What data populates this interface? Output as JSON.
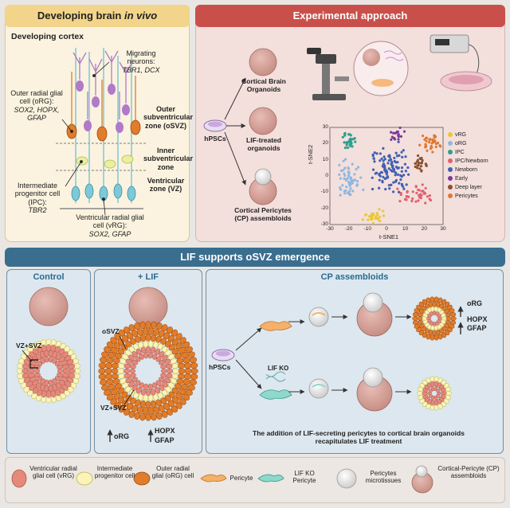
{
  "top_left": {
    "header_prefix": "Developing brain",
    "header_italic": "in vivo",
    "subtitle": "Developing cortex",
    "labels": {
      "migrating_title": "Migrating neurons:",
      "migrating_markers": "TBR1, DCX",
      "org_title": "Outer radial glial cell (oRG):",
      "org_markers": "SOX2, HOPX, GFAP",
      "osvz_zone": "Outer subventricular zone (oSVZ)",
      "isvz_zone": "Inner subventricular zone",
      "vz_zone": "Ventricular zone (VZ)",
      "ipc_title": "Intermediate progenitor cell (IPC):",
      "ipc_markers": "TBR2",
      "vrg_title": "Ventricular radial glial cell (vRG):",
      "vrg_markers": "SOX2, GFAP"
    }
  },
  "top_right": {
    "header": "Experimental approach",
    "source": "hPSCs",
    "branches": [
      "Cortical Brain Organoids",
      "LIF-treated organoids",
      "Cortical Pericytes (CP) assembloids"
    ],
    "tsne": {
      "ylabel": "t-SNE2",
      "xlabel": "t-SNE1",
      "x_ticks": [
        "-30",
        "-20",
        "-10",
        "0",
        "10",
        "20",
        "30"
      ],
      "y_ticks": [
        "30",
        "20",
        "10",
        "0",
        "-10",
        "-20",
        "-30"
      ],
      "legend": [
        {
          "label": "vRG",
          "color": "#e8c832"
        },
        {
          "label": "oRG",
          "color": "#8fb8e0"
        },
        {
          "label": "IPC",
          "color": "#2e9e8e"
        },
        {
          "label": "IPC/Newborn",
          "color": "#e06070"
        },
        {
          "label": "Newborn",
          "color": "#4060b0"
        },
        {
          "label": "Early",
          "color": "#7a3a9a"
        },
        {
          "label": "Deep layer",
          "color": "#8a5030"
        },
        {
          "label": "Pericytes",
          "color": "#e07830"
        }
      ]
    }
  },
  "middle": {
    "banner": "LIF supports oSVZ emergence"
  },
  "control": {
    "title": "Control",
    "label": "VZ+SVZ"
  },
  "lif": {
    "title": "+ LIF",
    "osvz": "oSVZ",
    "vzsvz": "VZ+SVZ",
    "org": "oRG",
    "hopx": "HOPX",
    "gfap": "GFAP"
  },
  "cp": {
    "title": "CP assembloids",
    "source": "hPSCs",
    "lif_ko": "LIF KO",
    "org": "oRG",
    "hopx": "HOPX",
    "gfap": "GFAP",
    "caption": "The addition of LIF-secreting pericytes to cortical brain organoids recapitulates LIF treatment"
  },
  "legend_bottom": [
    {
      "label": "Ventricular radial glial cell (vRG)"
    },
    {
      "label": "Intermediate progenitor cell"
    },
    {
      "label": "Outer radial glial (oRG) cell"
    },
    {
      "label": "Pericyte"
    },
    {
      "label": "LIF KO Pericyte"
    },
    {
      "label": "Pericytes microtissues"
    },
    {
      "label": "Cortical-Pericyte (CP) assembloids"
    }
  ],
  "colors": {
    "top_left_header_bg": "#f2d58a",
    "top_left_bg": "#fbf3df",
    "top_right_header_bg": "#c9504a",
    "top_right_bg": "#f3dfdc",
    "middle_banner_bg": "#3a6e8e",
    "bottom_bg": "#dde7ef",
    "vrg_cell": "#7fc8d8",
    "ipc_cell": "#e9f0a0",
    "org_cell": "#e07c2a",
    "neuron": "#b07ac8"
  }
}
